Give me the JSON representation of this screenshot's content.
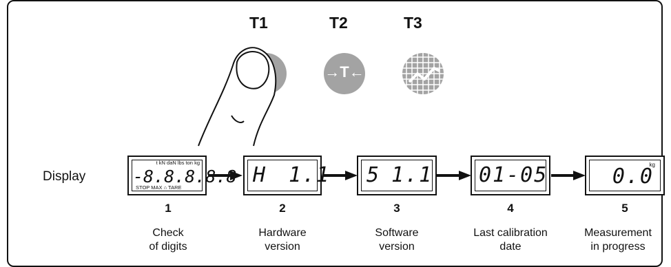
{
  "buttons": [
    {
      "label": "T1",
      "icon": "power-icon"
    },
    {
      "label": "T2",
      "icon": "tare-icon",
      "symbol": "→T←"
    },
    {
      "label": "T3",
      "icon": "graph-icon"
    }
  ],
  "display_label": "Display",
  "screens": [
    {
      "number": "1",
      "top_units": "t kN daN lbs ton kg",
      "digits": "-8.8.8.8.8",
      "bottom_units": "STOP MAX ⌂ TARE",
      "caption_line1": "Check",
      "caption_line2": "of digits"
    },
    {
      "number": "2",
      "left": "H",
      "right": "1.1",
      "caption_line1": "Hardware",
      "caption_line2": "version"
    },
    {
      "number": "3",
      "left": "5",
      "right": "1.1",
      "caption_line1": "Software",
      "caption_line2": "version"
    },
    {
      "number": "4",
      "digits": "01-05",
      "caption_line1": "Last calibration",
      "caption_line2": "date"
    },
    {
      "number": "5",
      "unit": "kg",
      "digits": "0.0",
      "caption_line1": "Measurement",
      "caption_line2": "in progress"
    }
  ],
  "colors": {
    "button_gray": "#a3a3a3",
    "line": "#111111"
  }
}
